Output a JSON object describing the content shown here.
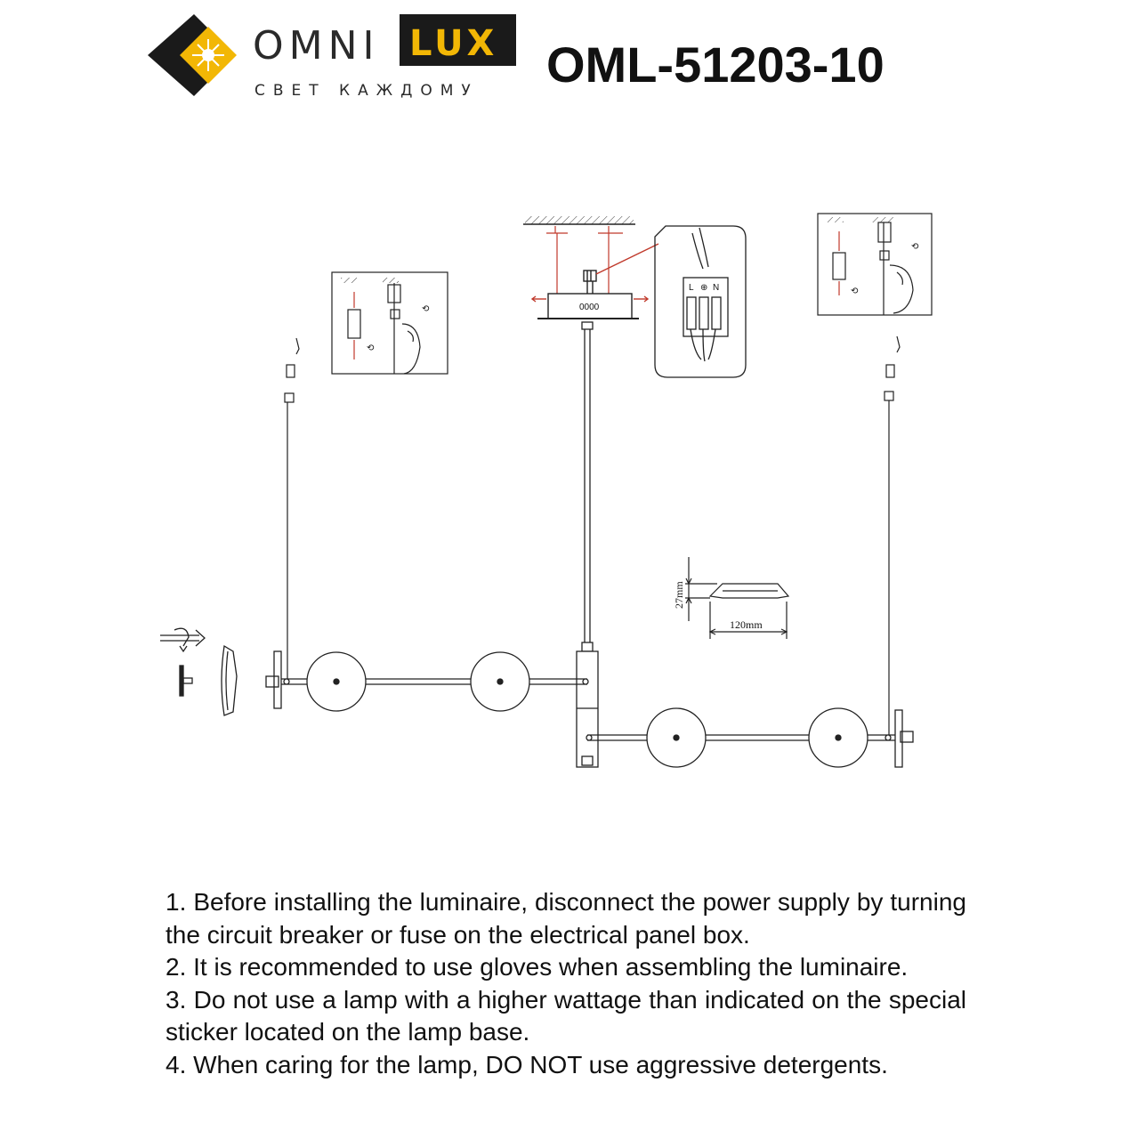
{
  "header": {
    "brand_name": "OMNI",
    "brand_name_accent": "LUX",
    "brand_tagline": "СВЕТ КАЖДОМУ",
    "model_number": "OML-51203-10",
    "colors": {
      "accent": "#f2b705",
      "logo_dark": "#1a1a1a"
    }
  },
  "diagram": {
    "height_dimension": "27mm",
    "width_dimension": "120mm",
    "connector_label": "0000",
    "terminal_labels": [
      "L",
      "⊕",
      "N"
    ]
  },
  "instructions": [
    "1. Before installing the luminaire, disconnect the power supply by turning the circuit breaker or fuse on the electrical panel box.",
    "2. It is recommended to use gloves when assembling the luminaire.",
    "3. Do not use a lamp with a higher wattage than indicated on the special sticker located on the lamp base.",
    "4. When caring for the lamp, DO NOT use aggressive detergents."
  ]
}
